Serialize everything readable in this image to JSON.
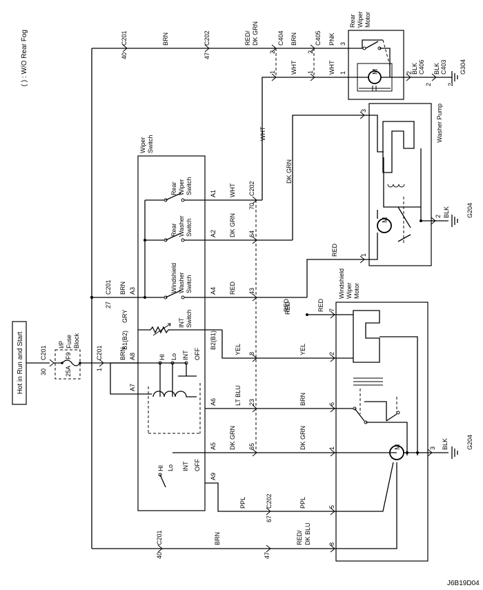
{
  "legend": "( ) : W/O Rear Fog",
  "diagram_id": "J6B19D04",
  "power_source": "Hot in Run and Start",
  "fuse_block": {
    "title_line1": "I/P",
    "title_line2": "Fuse",
    "title_line3": "Block",
    "fuse": "F9",
    "rating": "25A"
  },
  "components": {
    "wiper_switch_l1": "Wiper",
    "wiper_switch_l2": "Switch",
    "rear_wiper_sw_l1": "Rear",
    "rear_wiper_sw_l2": "Wiper",
    "rear_wiper_sw_l3": "Switch",
    "rear_washer_sw_l1": "Rear",
    "rear_washer_sw_l2": "Washer",
    "rear_washer_sw_l3": "Switch",
    "ws_washer_sw_l1": "Windshield",
    "ws_washer_sw_l2": "Washer",
    "ws_washer_sw_l3": "Switch",
    "int_switch_l1": "INT",
    "int_switch_l2": "Switch",
    "washer_pump": "Washer Pump",
    "ws_wiper_motor_l1": "Windshield",
    "ws_wiper_motor_l2": "Wiper",
    "ws_wiper_motor_l3": "Motor",
    "rear_wiper_motor_l1": "Rear",
    "rear_wiper_motor_l2": "Wiper",
    "rear_wiper_motor_l3": "Motor",
    "motor_symbol": "M"
  },
  "switch_positions": [
    "HI",
    "Lo",
    "INT",
    "OFF"
  ],
  "connectors": {
    "c201": "C201",
    "c202": "C202",
    "c403": "C403",
    "c404": "C404",
    "c405": "C405",
    "c406": "C406",
    "g204": "G204",
    "g304": "G304"
  },
  "pins": {
    "p1": "1",
    "p2": "2",
    "p3": "3",
    "p5": "5",
    "p6": "6",
    "p7": "7",
    "p8": "8",
    "p23": "23",
    "p27": "27",
    "p30": "30",
    "p40": "40",
    "p43": "43",
    "p47": "47",
    "p64": "64",
    "p65": "65",
    "p67": "67",
    "p70": "70",
    "a1": "A1",
    "a2": "A2",
    "a3": "A3",
    "a4": "A4",
    "a5": "A5",
    "a6": "A6",
    "a7": "A7",
    "a8": "A8",
    "a9": "A9",
    "b1": "B1(B2)",
    "b2": "B2(B1)"
  },
  "wire_colors": {
    "brn": "BRN",
    "red_dkgrn_1": "RED/",
    "red_dkgrn_2": "DK GRN",
    "pnk": "PNK",
    "wht": "WHT",
    "blk": "BLK",
    "dkgrn": "DK GRN",
    "red": "RED",
    "yel": "YEL",
    "ltblu": "LT BLU",
    "ppl": "PPL",
    "gry": "GRY",
    "red_dkblu_1": "RED/",
    "red_dkblu_2": "DK BLU"
  }
}
